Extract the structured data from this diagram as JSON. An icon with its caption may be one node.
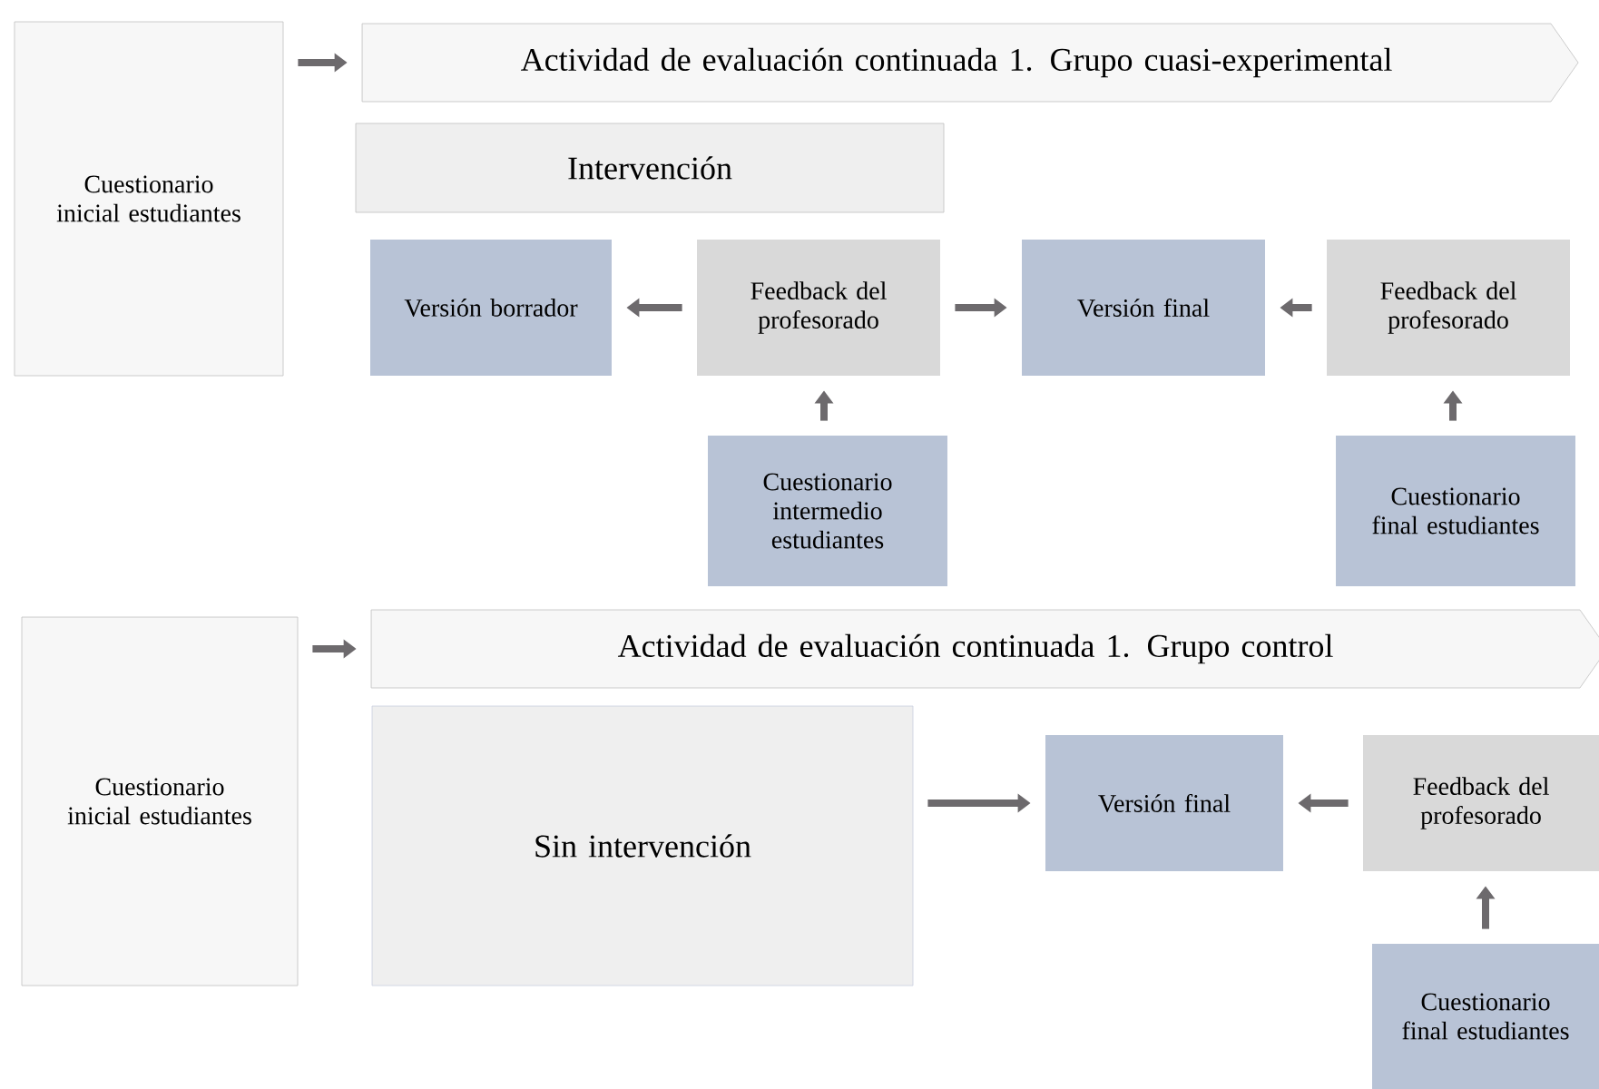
{
  "diagram": {
    "nodes": [
      {
        "text": [
          "Cuestionario inicial estudiantes"
        ]
      },
      {
        "text": [
          "Actividad de evaluación continuada 1. Grupo cuasi-experimental"
        ]
      },
      {
        "text": [
          "Intervención"
        ]
      },
      {
        "text": [
          "Versión borrador"
        ]
      },
      {
        "text": [
          "Feedback del profesorado"
        ]
      },
      {
        "text": [
          "Versión final"
        ]
      },
      {
        "text": [
          "Feedback del profesorado"
        ]
      },
      {
        "text": [
          "Cuestionario intermedio estudiantes"
        ]
      },
      {
        "text": [
          "Cuestionario final estudiantes"
        ]
      },
      {
        "text": [
          "Cuestionario inicial estudiantes"
        ]
      },
      {
        "text": [
          "Actividad de evaluación continuada 1. Grupo control"
        ]
      },
      {
        "text": [
          "Sin intervención"
        ]
      },
      {
        "text": [
          "Versión final"
        ]
      },
      {
        "text": [
          "Feedback del profesorado"
        ]
      },
      {
        "text": [
          "Cuestionario final estudiantes"
        ]
      }
    ],
    "edges": [
      {
        "from": 0,
        "to": 1,
        "arrow": "to"
      },
      {
        "from": 4,
        "to": 3,
        "arrow": "to"
      },
      {
        "from": 4,
        "to": 5,
        "arrow": "to"
      },
      {
        "from": 6,
        "to": 5,
        "arrow": "to"
      },
      {
        "from": 7,
        "to": 4,
        "arrow": "to"
      },
      {
        "from": 8,
        "to": 6,
        "arrow": "to"
      },
      {
        "from": 9,
        "to": 10,
        "arrow": "to"
      },
      {
        "from": 11,
        "to": 12,
        "arrow": "to"
      },
      {
        "from": 13,
        "to": 12,
        "arrow": "to"
      },
      {
        "from": 14,
        "to": 13,
        "arrow": "to"
      }
    ]
  }
}
